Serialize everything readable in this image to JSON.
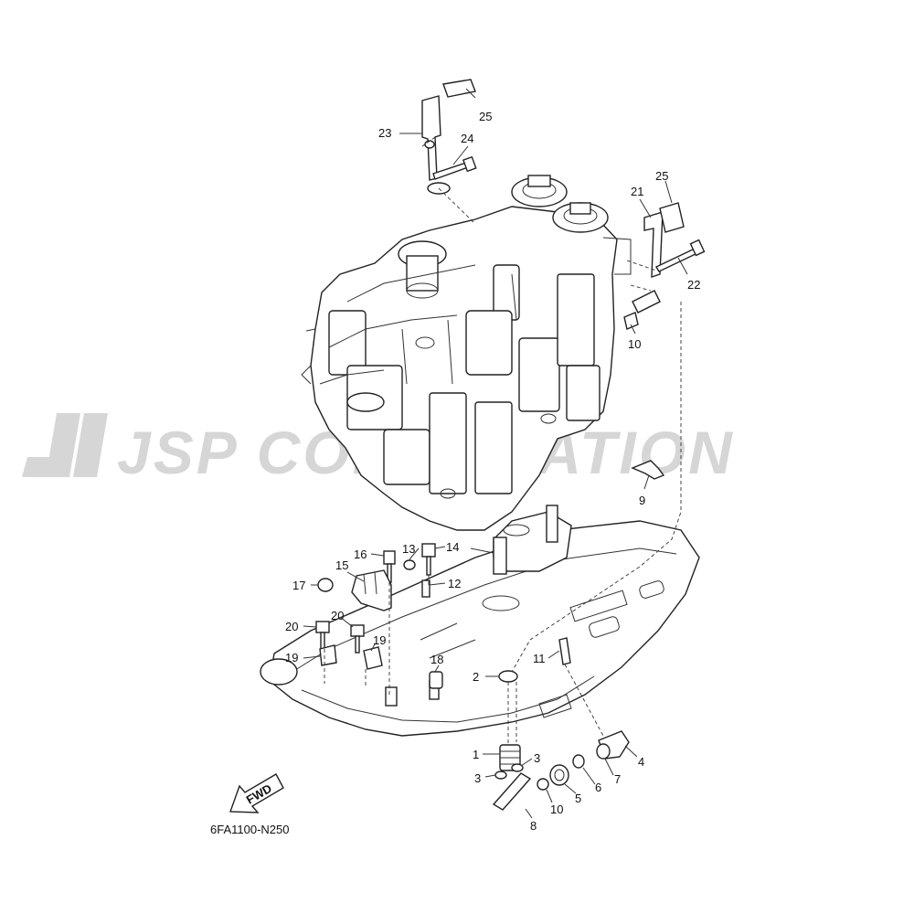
{
  "watermark": {
    "text": "JSP CORPORATION"
  },
  "diagram_code": "6FA1100-N250",
  "fwd_label": "FWD",
  "callouts": [
    {
      "id": "c25a",
      "text": "25"
    },
    {
      "id": "c23",
      "text": "23"
    },
    {
      "id": "c24",
      "text": "24"
    },
    {
      "id": "c25b",
      "text": "25"
    },
    {
      "id": "c21",
      "text": "21"
    },
    {
      "id": "c22",
      "text": "22"
    },
    {
      "id": "c10a",
      "text": "10"
    },
    {
      "id": "c9",
      "text": "9"
    },
    {
      "id": "c16",
      "text": "16"
    },
    {
      "id": "c13",
      "text": "13"
    },
    {
      "id": "c14",
      "text": "14"
    },
    {
      "id": "c15",
      "text": "15"
    },
    {
      "id": "c17",
      "text": "17"
    },
    {
      "id": "c12",
      "text": "12"
    },
    {
      "id": "c20a",
      "text": "20"
    },
    {
      "id": "c20b",
      "text": "20"
    },
    {
      "id": "c19a",
      "text": "19"
    },
    {
      "id": "c19b",
      "text": "19"
    },
    {
      "id": "c18",
      "text": "18"
    },
    {
      "id": "c11",
      "text": "11"
    },
    {
      "id": "c2",
      "text": "2"
    },
    {
      "id": "c1",
      "text": "1"
    },
    {
      "id": "c3a",
      "text": "3"
    },
    {
      "id": "c3b",
      "text": "3"
    },
    {
      "id": "c4",
      "text": "4"
    },
    {
      "id": "c7",
      "text": "7"
    },
    {
      "id": "c6",
      "text": "6"
    },
    {
      "id": "c5",
      "text": "5"
    },
    {
      "id": "c10b",
      "text": "10"
    },
    {
      "id": "c8",
      "text": "8"
    }
  ]
}
